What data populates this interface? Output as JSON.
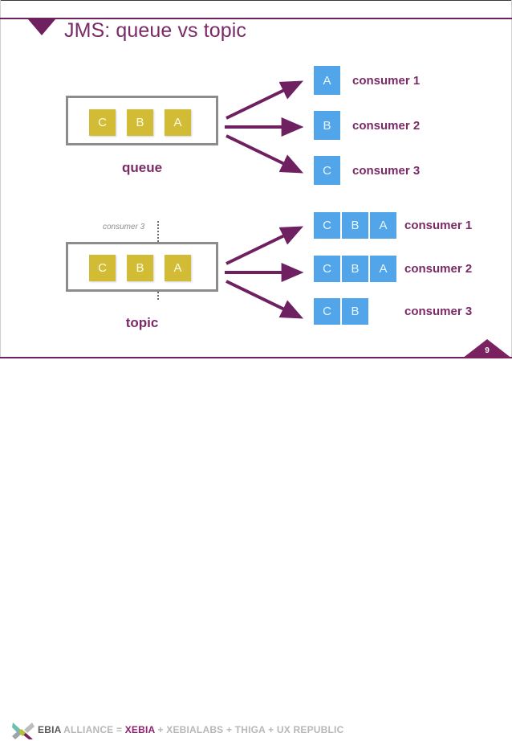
{
  "slide": {
    "title": "JMS: queue vs topic",
    "page_number": "9",
    "accent_purple": "#6E2060",
    "tile_gold": "#D2BB35",
    "tile_blue": "#51A5E8",
    "box_border_gray": "#8C8C8C"
  },
  "queue_section": {
    "caption": "queue",
    "messages": [
      "C",
      "B",
      "A"
    ],
    "consumers": [
      {
        "tiles": [
          "A"
        ],
        "label": "consumer 1"
      },
      {
        "tiles": [
          "B"
        ],
        "label": "consumer 2"
      },
      {
        "tiles": [
          "C"
        ],
        "label": "consumer 3"
      }
    ]
  },
  "topic_section": {
    "caption": "topic",
    "messages": [
      "C",
      "B",
      "A"
    ],
    "divider_note": "consumer 3",
    "consumers": [
      {
        "tiles": [
          "C",
          "B",
          "A"
        ],
        "label": "consumer 1"
      },
      {
        "tiles": [
          "C",
          "B",
          "A"
        ],
        "label": "consumer 2"
      },
      {
        "tiles": [
          "C",
          "B"
        ],
        "label": "consumer 3"
      }
    ]
  },
  "footer": {
    "brand_logo": "xebia-x-logo",
    "part_1": "EBIA",
    "part_2": "ALLIANCE",
    "part_3": "=",
    "part_4": "XEBIA",
    "part_5": "+",
    "part_6": "XEBIALABS",
    "part_7": "+",
    "part_8": "THIGA",
    "part_9": "+",
    "part_10": "UX REPUBLIC"
  }
}
